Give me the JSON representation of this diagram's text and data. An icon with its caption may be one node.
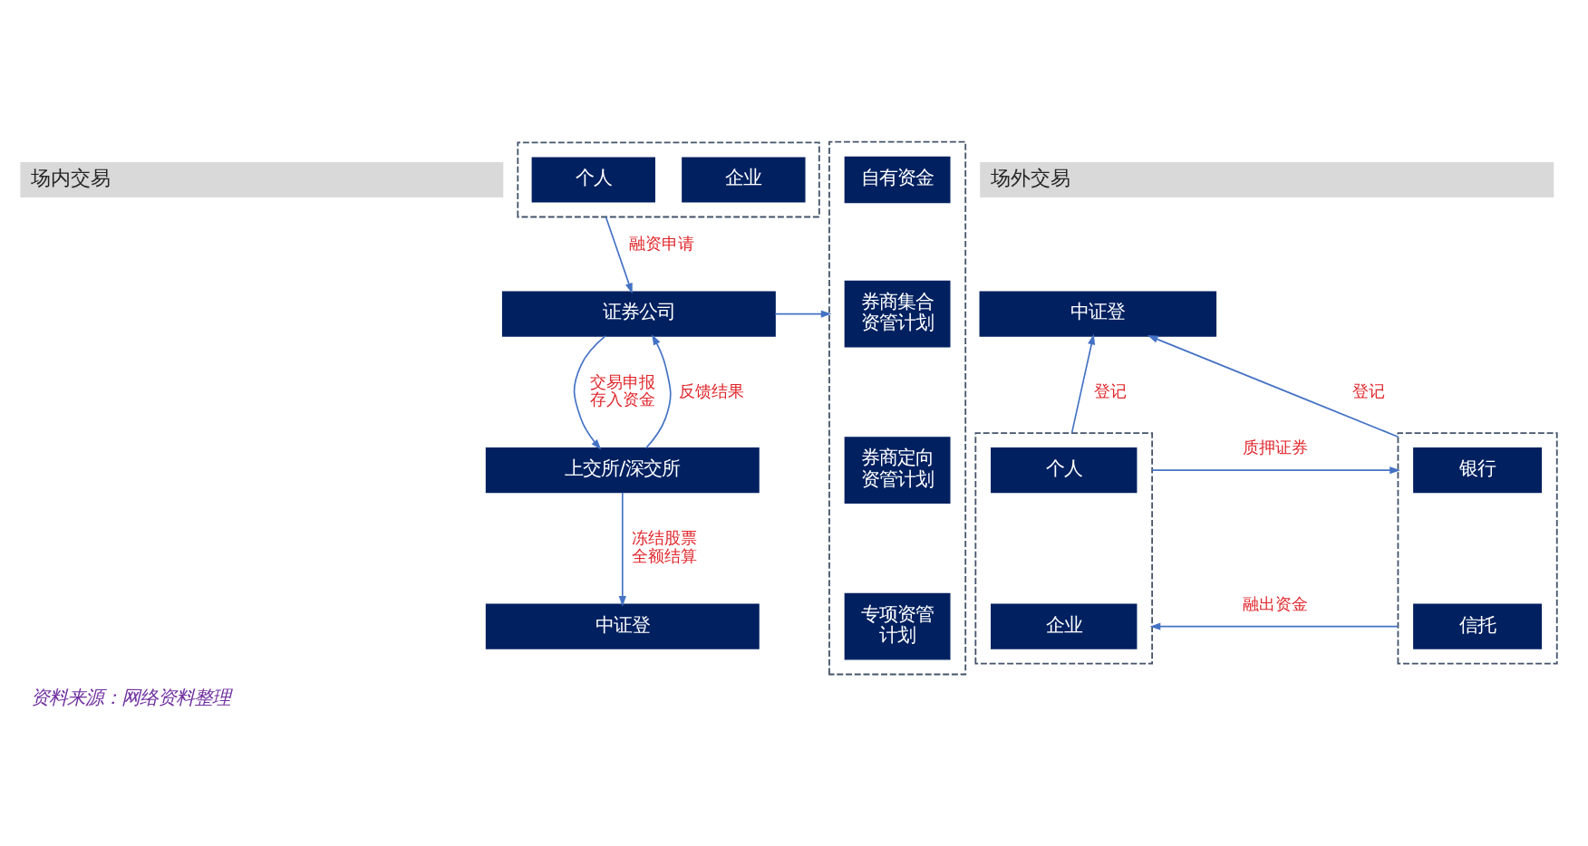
{
  "diagram": {
    "caption": "资料来源：网络资料整理",
    "nodes": [
      {
        "text": [
          "场内交易"
        ]
      },
      {
        "text": [],
        "shape": "box"
      },
      {
        "text": [
          "个人"
        ],
        "in": 1
      },
      {
        "text": [
          "企业"
        ],
        "in": 1
      },
      {
        "text": [
          "证券公司"
        ]
      },
      {
        "text": [],
        "shape": "box"
      },
      {
        "text": [
          "自有资金"
        ],
        "in": 5
      },
      {
        "text": [
          "券商集合资管计划"
        ],
        "in": 5
      },
      {
        "text": [
          "券商定向资管计划"
        ],
        "in": 5
      },
      {
        "text": [
          "专项资管计划"
        ],
        "in": 5
      },
      {
        "text": [
          "上交所/深交所"
        ]
      },
      {
        "text": [
          "中证登"
        ]
      },
      {
        "text": [
          "场外交易"
        ]
      },
      {
        "text": [
          "中证登"
        ]
      },
      {
        "text": [],
        "shape": "box"
      },
      {
        "text": [
          "个人"
        ],
        "in": 14
      },
      {
        "text": [
          "企业"
        ],
        "in": 14
      },
      {
        "text": [],
        "shape": "box"
      },
      {
        "text": [
          "银行"
        ],
        "in": 17
      },
      {
        "text": [
          "信托"
        ],
        "in": 17
      }
    ],
    "edges": [
      {
        "from": 1,
        "to": 4,
        "arrow": "to",
        "label": "融资申请"
      },
      {
        "from": 4,
        "to": 5,
        "arrow": "to"
      },
      {
        "from": 4,
        "to": 10,
        "arrow": "to",
        "label": "交易申报存入资金"
      },
      {
        "from": 10,
        "to": 4,
        "arrow": "to",
        "label": "反馈结果"
      },
      {
        "from": 10,
        "to": 11,
        "arrow": "to",
        "label": "冻结股票全额结算"
      },
      {
        "from": 14,
        "to": 13,
        "arrow": "to",
        "label": "登记"
      },
      {
        "from": 17,
        "to": 13,
        "arrow": "to",
        "label": "登记"
      },
      {
        "from": 14,
        "to": 17,
        "arrow": "to",
        "label": "质押证券"
      },
      {
        "from": 17,
        "to": 14,
        "arrow": "to",
        "label": "融出资金"
      }
    ]
  }
}
